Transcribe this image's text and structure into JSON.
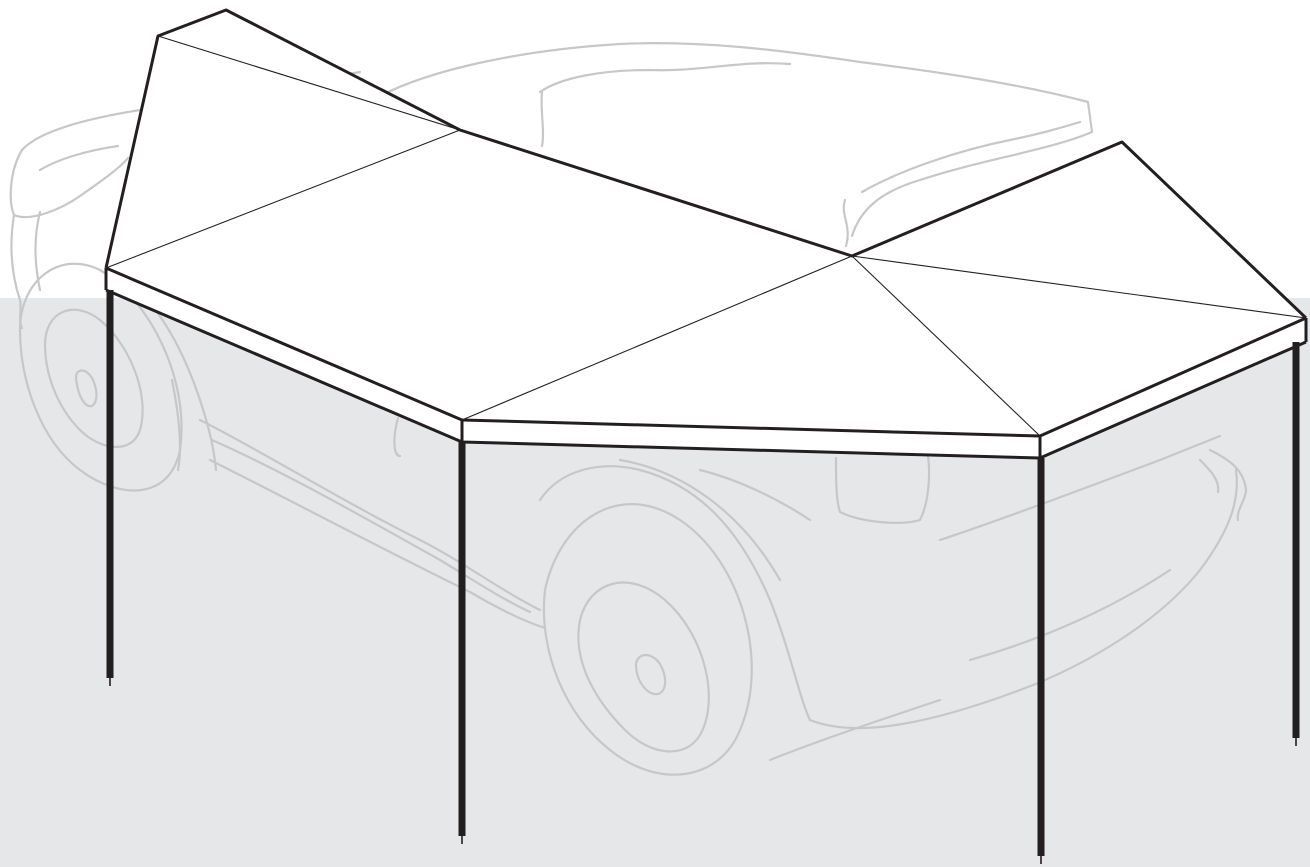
{
  "colors": {
    "page_background": "#ffffff",
    "ground_panel": "#e6e7e9",
    "vehicle_outline": "#c6c7c9",
    "vehicle_fill": "#e6e7e9",
    "awning_fabric": "#ffffff",
    "awning_outline": "#231f20",
    "leg_color": "#231f20"
  },
  "illustration": {
    "subject": "vehicle-awning",
    "leg_count": 4,
    "roof_panel_count": 6
  }
}
